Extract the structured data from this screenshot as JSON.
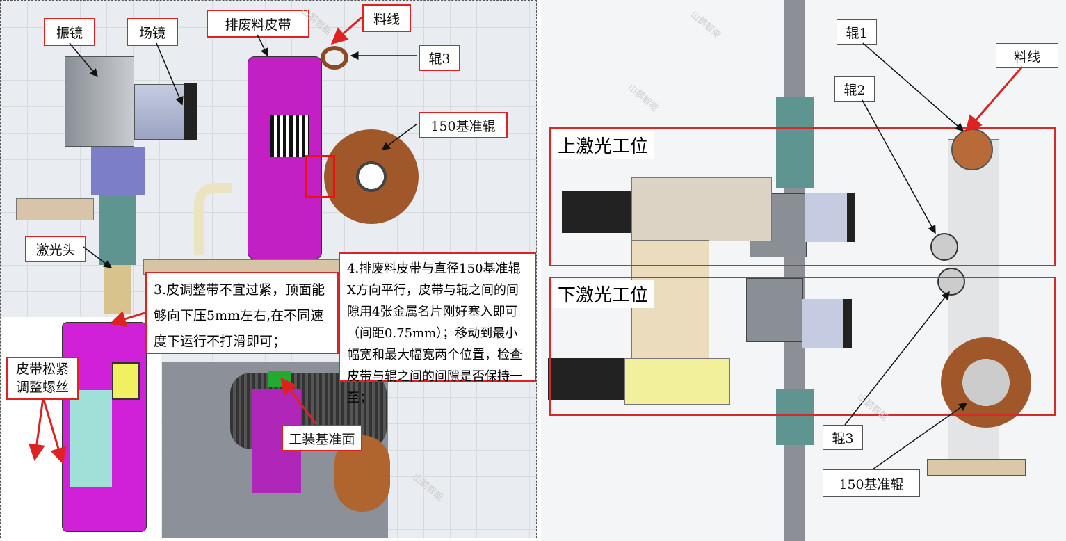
{
  "left": {
    "labels": {
      "galvo": "振镜",
      "field_lens": "场镜",
      "waste_belt": "排废料皮带",
      "material_line": "料线",
      "roller3": "辊3",
      "ref_roller": "150基准辊",
      "laser_head": "激光头",
      "belt_screw": "皮带松紧\n调整螺丝",
      "fixture_ref": "工装基准面"
    },
    "note3": "3.皮调整带不宜过紧，顶面能够向下压5mm左右,在不同速度下运行不打滑即可；",
    "note4": "4.排废料皮带与直径150基准辊X方向平行，皮带与辊之间的间隙用4张金属名片刚好塞入即可（间距0.75mm）；移动到最小幅宽和最大幅宽两个位置，检查皮带与辊之间的间隙是否保持一至；"
  },
  "right": {
    "upper_station": "上激光工位",
    "lower_station": "下激光工位",
    "labels": {
      "roller1": "辊1",
      "material_line": "料线",
      "roller2": "辊2",
      "roller3": "辊3",
      "ref_roller": "150基准辊"
    }
  },
  "watermark": "山鹊智能",
  "colors": {
    "annotation": "#dd2222",
    "belt": "#c020c0",
    "roller": "#a0582a"
  }
}
